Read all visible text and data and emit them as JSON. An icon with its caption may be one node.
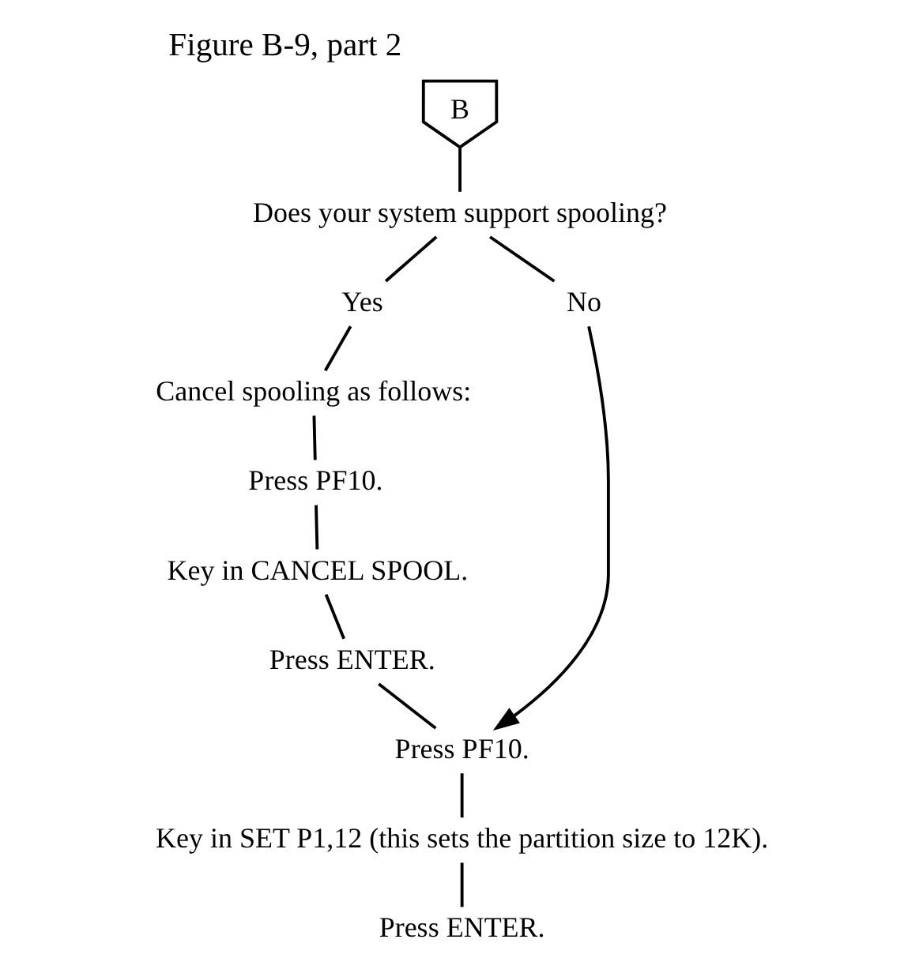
{
  "diagram": {
    "title": "Figure B-9, part 2",
    "nodes": [
      {
        "text": [
          "B"
        ]
      },
      {
        "text": [
          "Does your system support spooling?"
        ]
      },
      {
        "text": [
          "Yes"
        ]
      },
      {
        "text": [
          "No"
        ]
      },
      {
        "text": [
          "Cancel spooling as follows:"
        ]
      },
      {
        "text": [
          "Press PF10."
        ]
      },
      {
        "text": [
          "Key in CANCEL SPOOL."
        ]
      },
      {
        "text": [
          "Press ENTER."
        ]
      },
      {
        "text": [
          "Press PF10."
        ]
      },
      {
        "text": [
          "Key in SET P1,12 (this sets the partition size to 12K)."
        ]
      },
      {
        "text": [
          "Press ENTER."
        ]
      }
    ],
    "edges": [
      {
        "from": 0,
        "to": 1,
        "arrow": "none"
      },
      {
        "from": 1,
        "to": 2,
        "arrow": "none"
      },
      {
        "from": 1,
        "to": 3,
        "arrow": "none"
      },
      {
        "from": 2,
        "to": 4,
        "arrow": "none"
      },
      {
        "from": 4,
        "to": 5,
        "arrow": "none"
      },
      {
        "from": 5,
        "to": 6,
        "arrow": "none"
      },
      {
        "from": 6,
        "to": 7,
        "arrow": "none"
      },
      {
        "from": 7,
        "to": 8,
        "arrow": "none"
      },
      {
        "from": 3,
        "to": 8,
        "arrow": "to"
      },
      {
        "from": 8,
        "to": 9,
        "arrow": "none"
      },
      {
        "from": 9,
        "to": 10,
        "arrow": "none"
      }
    ]
  }
}
